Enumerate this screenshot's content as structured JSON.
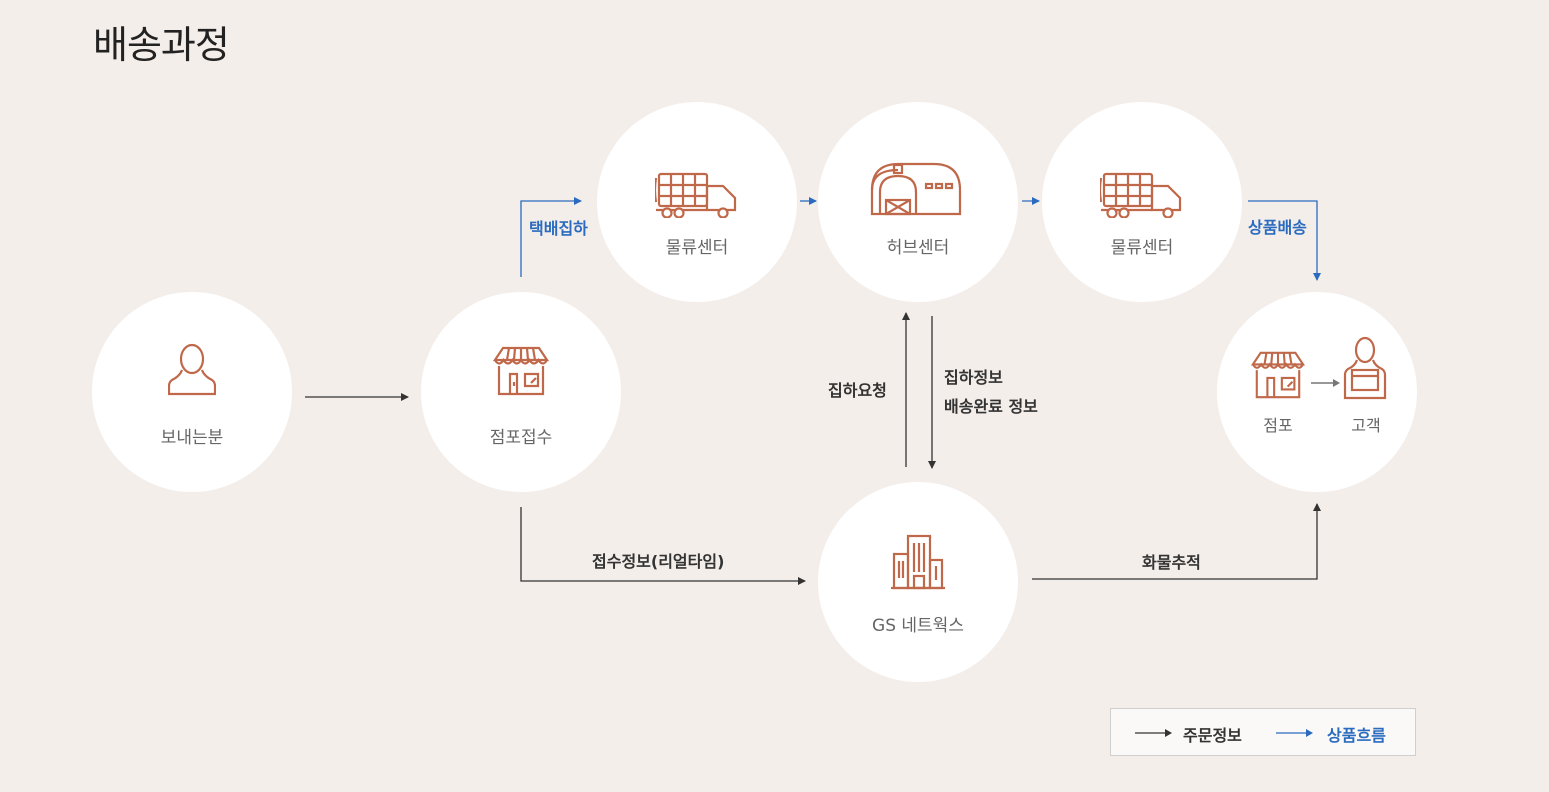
{
  "page": {
    "title": "배송과정"
  },
  "nodes": {
    "sender": {
      "label": "보내는분",
      "icon": "person-icon"
    },
    "store_receipt": {
      "label": "점포접수",
      "icon": "store-icon"
    },
    "logistics_center_1": {
      "label": "물류센터",
      "icon": "truck-icon"
    },
    "hub_center": {
      "label": "허브센터",
      "icon": "warehouse-icon"
    },
    "logistics_center_2": {
      "label": "물류센터",
      "icon": "truck-icon"
    },
    "gs_networks": {
      "label": "GS 네트웍스",
      "icon": "building-icon"
    },
    "destination": {
      "store_label": "점포",
      "customer_label": "고객",
      "icons": [
        "store-icon",
        "person-with-box-icon"
      ]
    }
  },
  "flows": {
    "parcel_pickup": "택배집하",
    "product_delivery": "상품배송",
    "pickup_request": "집하요청",
    "pickup_info": "집하정보",
    "delivery_complete_info": "배송완료 정보",
    "receipt_info_realtime": "접수정보(리얼타임)",
    "cargo_tracking": "화물추적"
  },
  "legend": {
    "order_info": "주문정보",
    "product_flow": "상품흐름"
  },
  "colors": {
    "background": "#f4eeeb",
    "icon": "#c0684a",
    "order_arrow": "#333333",
    "product_arrow": "#2a6bbf"
  }
}
